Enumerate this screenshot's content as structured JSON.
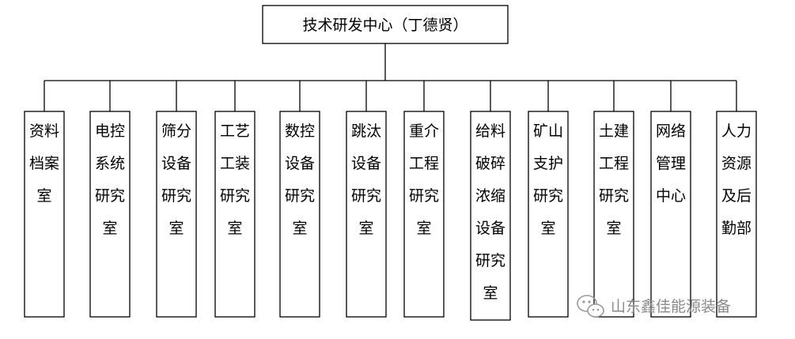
{
  "root": {
    "label": "技术研发中心（丁德贤）"
  },
  "departments": [
    {
      "id": "d1",
      "lines": [
        "资料",
        "档案",
        "室"
      ]
    },
    {
      "id": "d2",
      "lines": [
        "电控",
        "系统",
        "研究",
        "室"
      ]
    },
    {
      "id": "d3",
      "lines": [
        "筛分",
        "设备",
        "研究",
        "室"
      ]
    },
    {
      "id": "d4",
      "lines": [
        "工艺",
        "工装",
        "研究",
        "室"
      ]
    },
    {
      "id": "d5",
      "lines": [
        "数控",
        "设备",
        "研究",
        "室"
      ]
    },
    {
      "id": "d6",
      "lines": [
        "跳汰",
        "设备",
        "研究",
        "室"
      ]
    },
    {
      "id": "d7",
      "lines": [
        "重介",
        "工程",
        "研究",
        "室"
      ]
    },
    {
      "id": "d8",
      "lines": [
        "给料",
        "破碎",
        "浓缩",
        "设备",
        "研究",
        "室"
      ]
    },
    {
      "id": "d9",
      "lines": [
        "矿山",
        "支护",
        "研究",
        "室"
      ]
    },
    {
      "id": "d10",
      "lines": [
        "土建",
        "工程",
        "研究",
        "室"
      ]
    },
    {
      "id": "d11",
      "lines": [
        "网络",
        "管理",
        "中心"
      ]
    },
    {
      "id": "d12",
      "lines": [
        "人力",
        "资源",
        "及后",
        "勤部"
      ]
    }
  ],
  "watermark": {
    "text": "山东鑫佳能源装备",
    "icon": "wechat-icon"
  },
  "colors": {
    "line": "#000000",
    "watermark": "#8a8a8a"
  }
}
